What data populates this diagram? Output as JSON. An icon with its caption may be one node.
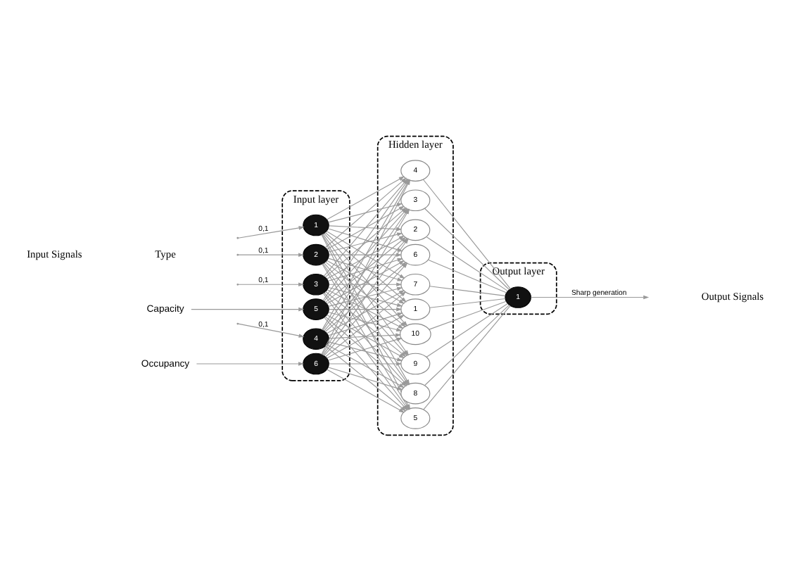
{
  "diagram": {
    "nodes": [
      {
        "text": [
          "Input layer"
        ]
      },
      {
        "text": [
          "1"
        ],
        "in": 0
      },
      {
        "text": [
          "2"
        ],
        "in": 0
      },
      {
        "text": [
          "3"
        ],
        "in": 0
      },
      {
        "text": [
          "4"
        ],
        "in": 0
      },
      {
        "text": [
          "5"
        ],
        "in": 0
      },
      {
        "text": [
          "6"
        ],
        "in": 0
      },
      {
        "text": [
          "Hidden layer"
        ]
      },
      {
        "text": [
          "1"
        ],
        "in": 7
      },
      {
        "text": [
          "2"
        ],
        "in": 7
      },
      {
        "text": [
          "3"
        ],
        "in": 7
      },
      {
        "text": [
          "4"
        ],
        "in": 7
      },
      {
        "text": [
          "5"
        ],
        "in": 7
      },
      {
        "text": [
          "6"
        ],
        "in": 7
      },
      {
        "text": [
          "7"
        ],
        "in": 7
      },
      {
        "text": [
          "8"
        ],
        "in": 7
      },
      {
        "text": [
          "9"
        ],
        "in": 7
      },
      {
        "text": [
          "10"
        ],
        "in": 7
      },
      {
        "text": [
          "Output layer"
        ]
      },
      {
        "text": [
          "1"
        ],
        "in": 18
      },
      {
        "text": [
          "Capacity"
        ]
      },
      {
        "text": [
          "Occupancy"
        ]
      }
    ],
    "edges": [
      {
        "from": null,
        "to": 1,
        "arrow": "to",
        "label": "0,1"
      },
      {
        "from": null,
        "to": 2,
        "arrow": "to",
        "label": "0,1"
      },
      {
        "from": null,
        "to": 3,
        "arrow": "to",
        "label": "0,1"
      },
      {
        "from": null,
        "to": 4,
        "arrow": "to",
        "label": "0,1"
      },
      {
        "from": 20,
        "to": 5,
        "arrow": "to"
      },
      {
        "from": 21,
        "to": 6,
        "arrow": "to"
      },
      {
        "from": 1,
        "to": 8,
        "arrow": "to"
      },
      {
        "from": 1,
        "to": 9,
        "arrow": "to"
      },
      {
        "from": 1,
        "to": 10,
        "arrow": "to"
      },
      {
        "from": 1,
        "to": 11,
        "arrow": "to"
      },
      {
        "from": 1,
        "to": 12,
        "arrow": "to"
      },
      {
        "from": 1,
        "to": 13,
        "arrow": "to"
      },
      {
        "from": 1,
        "to": 14,
        "arrow": "to"
      },
      {
        "from": 1,
        "to": 15,
        "arrow": "to"
      },
      {
        "from": 1,
        "to": 16,
        "arrow": "to"
      },
      {
        "from": 1,
        "to": 17,
        "arrow": "to"
      },
      {
        "from": 2,
        "to": 8,
        "arrow": "to"
      },
      {
        "from": 2,
        "to": 9,
        "arrow": "to"
      },
      {
        "from": 2,
        "to": 10,
        "arrow": "to"
      },
      {
        "from": 2,
        "to": 11,
        "arrow": "to"
      },
      {
        "from": 2,
        "to": 12,
        "arrow": "to"
      },
      {
        "from": 2,
        "to": 13,
        "arrow": "to"
      },
      {
        "from": 2,
        "to": 14,
        "arrow": "to"
      },
      {
        "from": 2,
        "to": 15,
        "arrow": "to"
      },
      {
        "from": 2,
        "to": 16,
        "arrow": "to"
      },
      {
        "from": 2,
        "to": 17,
        "arrow": "to"
      },
      {
        "from": 3,
        "to": 8,
        "arrow": "to"
      },
      {
        "from": 3,
        "to": 9,
        "arrow": "to"
      },
      {
        "from": 3,
        "to": 10,
        "arrow": "to"
      },
      {
        "from": 3,
        "to": 11,
        "arrow": "to"
      },
      {
        "from": 3,
        "to": 12,
        "arrow": "to"
      },
      {
        "from": 3,
        "to": 13,
        "arrow": "to"
      },
      {
        "from": 3,
        "to": 14,
        "arrow": "to"
      },
      {
        "from": 3,
        "to": 15,
        "arrow": "to"
      },
      {
        "from": 3,
        "to": 16,
        "arrow": "to"
      },
      {
        "from": 3,
        "to": 17,
        "arrow": "to"
      },
      {
        "from": 4,
        "to": 8,
        "arrow": "to"
      },
      {
        "from": 4,
        "to": 9,
        "arrow": "to"
      },
      {
        "from": 4,
        "to": 10,
        "arrow": "to"
      },
      {
        "from": 4,
        "to": 11,
        "arrow": "to"
      },
      {
        "from": 4,
        "to": 12,
        "arrow": "to"
      },
      {
        "from": 4,
        "to": 13,
        "arrow": "to"
      },
      {
        "from": 4,
        "to": 14,
        "arrow": "to"
      },
      {
        "from": 4,
        "to": 15,
        "arrow": "to"
      },
      {
        "from": 4,
        "to": 16,
        "arrow": "to"
      },
      {
        "from": 4,
        "to": 17,
        "arrow": "to"
      },
      {
        "from": 5,
        "to": 8,
        "arrow": "to"
      },
      {
        "from": 5,
        "to": 9,
        "arrow": "to"
      },
      {
        "from": 5,
        "to": 10,
        "arrow": "to"
      },
      {
        "from": 5,
        "to": 11,
        "arrow": "to"
      },
      {
        "from": 5,
        "to": 12,
        "arrow": "to"
      },
      {
        "from": 5,
        "to": 13,
        "arrow": "to"
      },
      {
        "from": 5,
        "to": 14,
        "arrow": "to"
      },
      {
        "from": 5,
        "to": 15,
        "arrow": "to"
      },
      {
        "from": 5,
        "to": 16,
        "arrow": "to"
      },
      {
        "from": 5,
        "to": 17,
        "arrow": "to"
      },
      {
        "from": 6,
        "to": 8,
        "arrow": "to"
      },
      {
        "from": 6,
        "to": 9,
        "arrow": "to"
      },
      {
        "from": 6,
        "to": 10,
        "arrow": "to"
      },
      {
        "from": 6,
        "to": 11,
        "arrow": "to"
      },
      {
        "from": 6,
        "to": 12,
        "arrow": "to"
      },
      {
        "from": 6,
        "to": 13,
        "arrow": "to"
      },
      {
        "from": 6,
        "to": 14,
        "arrow": "to"
      },
      {
        "from": 6,
        "to": 15,
        "arrow": "to"
      },
      {
        "from": 6,
        "to": 16,
        "arrow": "to"
      },
      {
        "from": 6,
        "to": 17,
        "arrow": "to"
      },
      {
        "from": 8,
        "to": 19,
        "arrow": "none"
      },
      {
        "from": 9,
        "to": 19,
        "arrow": "none"
      },
      {
        "from": 10,
        "to": 19,
        "arrow": "none"
      },
      {
        "from": 11,
        "to": 19,
        "arrow": "none"
      },
      {
        "from": 12,
        "to": 19,
        "arrow": "none"
      },
      {
        "from": 13,
        "to": 19,
        "arrow": "none"
      },
      {
        "from": 14,
        "to": 19,
        "arrow": "none"
      },
      {
        "from": 15,
        "to": 19,
        "arrow": "none"
      },
      {
        "from": 16,
        "to": 19,
        "arrow": "none"
      },
      {
        "from": 17,
        "to": 19,
        "arrow": "none"
      },
      {
        "from": 19,
        "to": null,
        "arrow": "to",
        "label": "Sharp generation"
      }
    ],
    "labels": [
      "Input Signals",
      "Type",
      "Output Signals"
    ]
  }
}
